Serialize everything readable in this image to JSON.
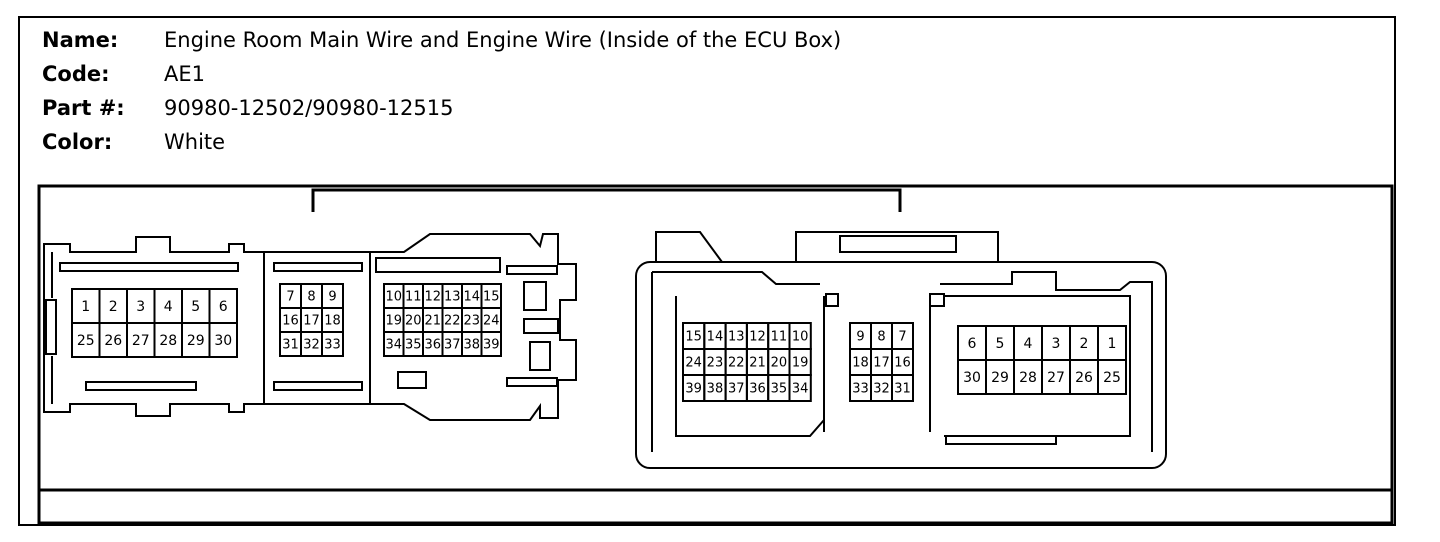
{
  "info": {
    "name_label": "Name:",
    "name_value": "Engine Room Main Wire and Engine Wire (Inside of the ECU Box)",
    "code_label": "Code:",
    "code_value": "AE1",
    "part_label": "Part #:",
    "part_value": "90980-12502/90980-12515",
    "color_label": "Color:",
    "color_value": "White"
  },
  "connectors": {
    "left": {
      "group_a": [
        [
          "1",
          "2",
          "3",
          "4",
          "5",
          "6"
        ],
        [
          "25",
          "26",
          "27",
          "28",
          "29",
          "30"
        ]
      ],
      "group_b": [
        [
          "7",
          "8",
          "9"
        ],
        [
          "16",
          "17",
          "18"
        ],
        [
          "31",
          "32",
          "33"
        ]
      ],
      "group_c": [
        [
          "10",
          "11",
          "12",
          "13",
          "14",
          "15"
        ],
        [
          "19",
          "20",
          "21",
          "22",
          "23",
          "24"
        ],
        [
          "34",
          "35",
          "36",
          "37",
          "38",
          "39"
        ]
      ]
    },
    "right": {
      "group_a": [
        [
          "15",
          "14",
          "13",
          "12",
          "11",
          "10"
        ],
        [
          "24",
          "23",
          "22",
          "21",
          "20",
          "19"
        ],
        [
          "39",
          "38",
          "37",
          "36",
          "35",
          "34"
        ]
      ],
      "group_b": [
        [
          "9",
          "8",
          "7"
        ],
        [
          "18",
          "17",
          "16"
        ],
        [
          "33",
          "32",
          "31"
        ]
      ],
      "group_c": [
        [
          "6",
          "5",
          "4",
          "3",
          "2",
          "1"
        ],
        [
          "30",
          "29",
          "28",
          "27",
          "26",
          "25"
        ]
      ]
    }
  }
}
